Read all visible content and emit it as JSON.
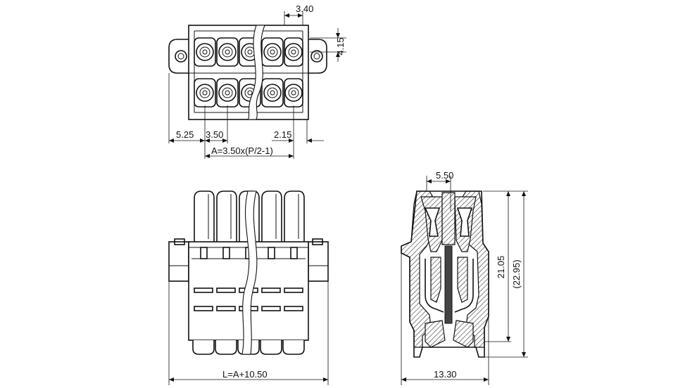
{
  "dimensions": {
    "top_pitch_offset": "3.40",
    "top_row_offset": "4.15",
    "left_margin": "5.25",
    "pitch": "3.50",
    "right_margin": "2.15",
    "a_formula": "A=3.50x(P/2-1)",
    "side_top_width": "5.50",
    "side_height": "21.05",
    "side_height_total": "(22.95)",
    "side_depth": "13.30",
    "length_formula": "L=A+10.50"
  },
  "views": [
    "top-view",
    "front-view",
    "side-section-view"
  ]
}
